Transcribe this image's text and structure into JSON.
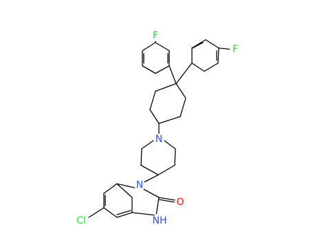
{
  "molecule": {
    "atoms": [
      {
        "id": "F1",
        "symbol": "F",
        "color": "#33cc33"
      },
      {
        "id": "F2",
        "symbol": "F",
        "color": "#33cc33"
      },
      {
        "id": "N1",
        "symbol": "N",
        "color": "#3050f8"
      },
      {
        "id": "N2",
        "symbol": "N",
        "color": "#3050f8"
      },
      {
        "id": "O1",
        "symbol": "O",
        "color": "#ff0d0d"
      },
      {
        "id": "Cl1",
        "symbol": "Cl",
        "color": "#1ff01f"
      },
      {
        "id": "NH1",
        "symbol": "NH",
        "color": "#3050f8"
      }
    ]
  }
}
